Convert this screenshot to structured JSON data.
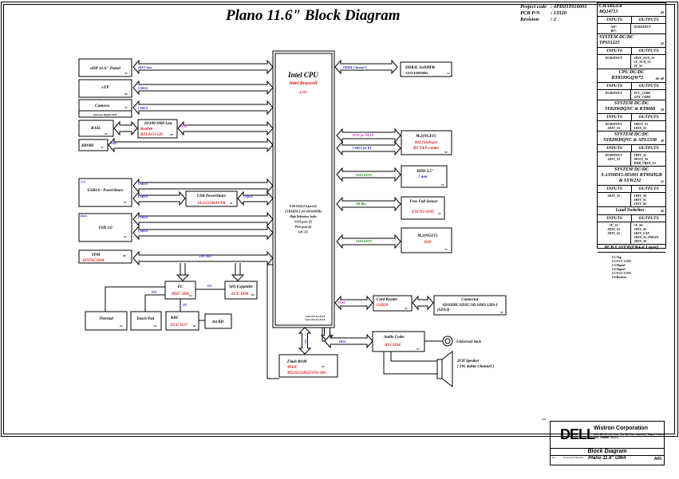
{
  "header": {
    "title": "Plano 11.6\" Block Diagram",
    "project_code_label": "Project code",
    "project_code": ": 4PD03T010001",
    "pcb_pn_label": "PCB P/N",
    "pcb_pn": ": 13320",
    "revision_label": "Revision",
    "revision": ": 2"
  },
  "power_panel": [
    {
      "title": "CHARGER",
      "part": "BQ24715",
      "page": "44",
      "inputs": [
        "AD+",
        "BT+"
      ],
      "outputs": [
        "DCBATOUT"
      ]
    },
    {
      "title": "SYSTEM DC/DC",
      "part": "TPS51225",
      "page": "45",
      "inputs": [
        "DCBATOUT"
      ],
      "outputs": [
        "3D3V_AUX_S5",
        "5V_AUX_S5",
        "3V_S5"
      ]
    },
    {
      "title": "CPU DC/DC",
      "part": "RT8199GQW*2",
      "page": "46~48",
      "inputs": [
        "DCBATOUT"
      ],
      "outputs": [
        "VCC_CORE",
        "GFX_CORE"
      ]
    },
    {
      "title": "SYSTEM DC/DC",
      "part": "SY8206DQNC & RT8068",
      "page": "50",
      "inputs": [
        "DCBATOUT",
        "3D3V_S5"
      ],
      "outputs": [
        "1D05V_S5",
        "1D5V_S3"
      ]
    },
    {
      "title": "SYSTEM DC/DC",
      "part": "SY8206DQNC & APL5338",
      "page": "49",
      "inputs": [
        "DCBATOUT",
        "1D5V_S3"
      ],
      "outputs": [
        "1D8V_S5",
        "0D75V_S0",
        "DDR_VREF_S3"
      ]
    },
    {
      "title": "SYSTEM DC/DC",
      "part": "S-1339D15-M5001 RT9043GB & SYW232",
      "page": "51",
      "inputs": [
        "3D3V_S5"
      ],
      "outputs": [
        "1D8V_S0",
        "3D3V_S5",
        "1D5V_S0"
      ]
    },
    {
      "title": "Load Switches",
      "part": "",
      "page": "36",
      "inputs": [
        "5V_S5",
        "3D3V_S5",
        "3D3V_S5"
      ],
      "outputs": [
        "5V_S0",
        "3D3V_S0",
        "3D3V_LAN",
        "3D3V_S5_PMAIN",
        "3D3V_S0"
      ]
    }
  ],
  "pcb_layer": {
    "title": "PCB LAYER(FR4-6 Layer)",
    "layers": [
      "L1:Top",
      "L2:VCC-GND",
      "L3:Signal",
      "L4:Signal",
      "L5:VCC-GND",
      "L6:Bottom"
    ]
  },
  "labels": {
    "inputs": "INPUTS",
    "outputs": "OUTPUTS"
  },
  "cpu": {
    "title": "Intel CPU",
    "subtitle": "Intel Braswell",
    "power": "4.5W",
    "features": [
      "USB 3.0(2)/2.0 ports(5)",
      "ETHERNET (10/100/1000Mb)",
      "High Definition Audio",
      "SATA ports (2)",
      "PCIe ports (4)",
      "LPC I/F"
    ],
    "pins": "A,B,C,D,E,F,G,H,J,K"
  },
  "left_devices": [
    {
      "name": "eDP 11.6\" Panel",
      "page": "53",
      "bus": "eDP 2-lane"
    },
    {
      "name": "eTP",
      "page": "08",
      "bus": "USB2.0"
    },
    {
      "name": "Camera",
      "note": "Internal Digital MIC",
      "page": "53",
      "bus": "USB2.0"
    },
    {
      "name": "RJ45",
      "page": "33"
    },
    {
      "name": "HDMI",
      "page": "54",
      "bus": "DDI"
    },
    {
      "name": "USB3.0 / PowerShare",
      "tag": "Left",
      "page": "34",
      "bus": [
        "USB3.0",
        "USB2.0"
      ]
    },
    {
      "name": "USB 3.0",
      "tag": "Right",
      "page": "34",
      "bus": [
        "USB3.0",
        "USB2.0"
      ]
    },
    {
      "name": "TPM",
      "part": "AT97SC3204",
      "page": "08",
      "bus": "LPC BUS"
    }
  ],
  "lan": {
    "name": "10/100/1000 Lan",
    "vendor": "Realtek",
    "part": "RTL8151 GD",
    "page": "96",
    "bus": "PCIE"
  },
  "usb_powershare": {
    "name": "USB PowerShare",
    "part": "SLG55594AVTR",
    "page": "31",
    "bus": "USB2.0"
  },
  "right_devices": [
    {
      "name": "DDR3L    SoDIMM",
      "sub": "1333/1600MHz",
      "page": "12",
      "bus": "DDR3L Channel A"
    },
    {
      "name": "M.2(NGFF)",
      "sub1": "802.11a/b/g/n",
      "sub2": "BT V4.0 combo",
      "page": "58",
      "bus": [
        "PCIE for WLAN",
        "USB2.0 for BT"
      ]
    },
    {
      "name": "HDD 2.5\"",
      "sub": "7 mm",
      "page": "55",
      "bus": "SATA GEN3"
    },
    {
      "name": "Free Fall Sensor",
      "sub": "EXCN1-1010",
      "page": "57",
      "bus": "SM Bus"
    },
    {
      "name": "M.2(NGFF)",
      "sub": "SSD",
      "page": "59",
      "bus": "SATA GEN3"
    }
  ],
  "card_reader": {
    "name": "Card Reader",
    "part": "GZ620",
    "page": "32",
    "bus": "PCIE"
  },
  "connector": {
    "name": "Connector",
    "sub": "SD/SDHC/SDXC/SD SDIO UHS-I",
    "sub2": "(SD3.0)",
    "page": "33"
  },
  "audio": {
    "name": "Audio Codec",
    "part": "ALC3234",
    "page": "27",
    "bus": "HDA",
    "jack": "Universal Jack",
    "speaker": "2CH Speaker",
    "speaker_spec": "( 2W, 4ohm /channel )"
  },
  "flash": {
    "name": "Flash ROM",
    "vendor": "MXIC",
    "part": "MX25U12835FZNI-10G",
    "page": "25",
    "bus": "SPI"
  },
  "ec": {
    "name": "EC",
    "part": "MEC 5085",
    "page": "24",
    "ps2": "PS2",
    "i2c": "I2C",
    "i2c2": "I2C"
  },
  "sio": {
    "name": "SIO Expander",
    "part": "ECE 1099",
    "page": "90"
  },
  "thermal": {
    "name": "Thermal",
    "page": "26"
  },
  "touchpad": {
    "name": "Touch Pad",
    "page": "63"
  },
  "kbc": {
    "name": "KBC",
    "part": "ECE 1117",
    "page": "63"
  },
  "intkb": {
    "name": "Int KB"
  },
  "title_block": {
    "a00": "A00",
    "brand": "DELL",
    "company": "Wistron Corporation",
    "address": "21F, 88, Sec.1, Hsin Tai Wu Rd., Hsichih, Taipei Hsien 221, Taiwan, R.O.C.",
    "doc_title": "Block Diagram",
    "size_label": "Size",
    "size": "A4",
    "doc_number_label": "Document Number",
    "doc_name": "Plano 11.6\" UMA",
    "rev_label": "Rev",
    "rev": "A00"
  },
  "colors": {
    "bus_blue": "#1a1acc",
    "bus_green": "#0a7a0a",
    "bus_magenta": "#cc22cc",
    "part_red": "#e01010"
  }
}
